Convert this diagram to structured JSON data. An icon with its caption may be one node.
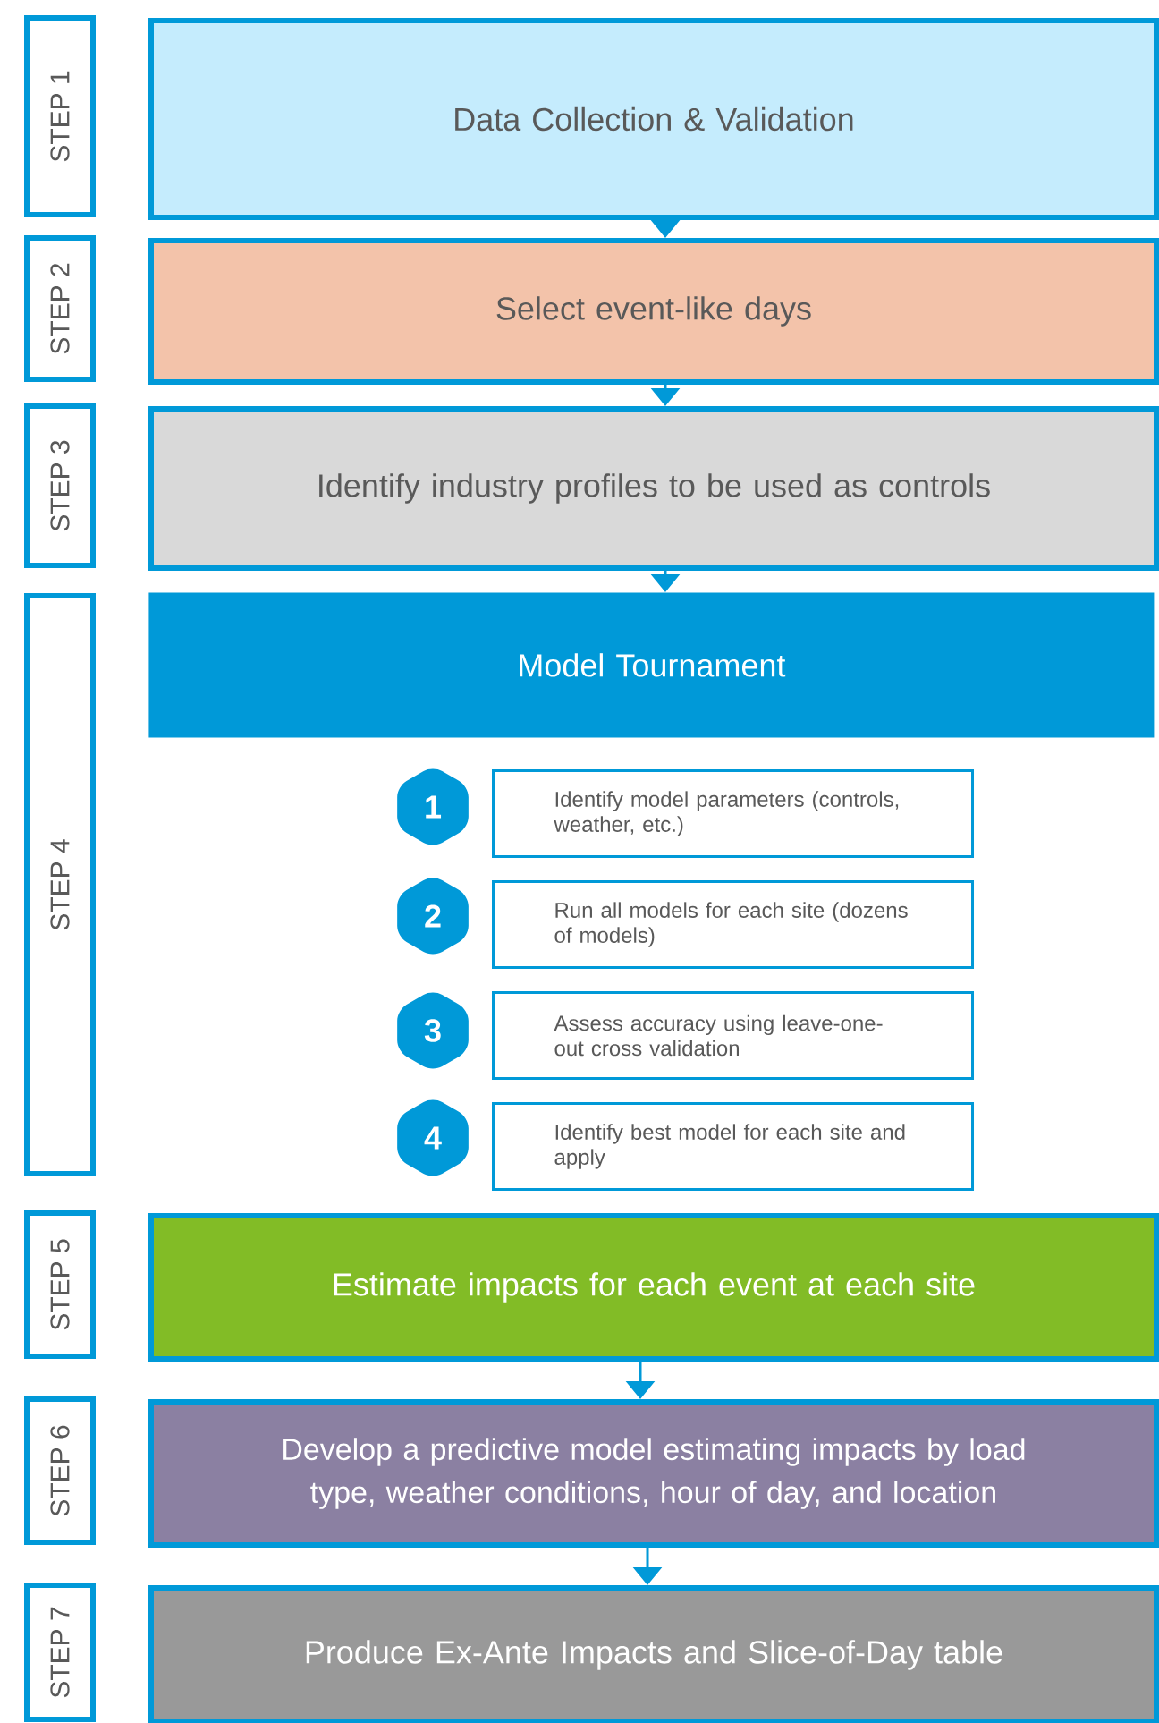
{
  "diagram": {
    "nodes": [
      {
        "text": [
          "STEP 1"
        ]
      },
      {
        "text": [
          "Data Collection & Validation"
        ]
      },
      {
        "text": [
          "STEP 2"
        ]
      },
      {
        "text": [
          "Select event-like days"
        ]
      },
      {
        "text": [
          "STEP 3"
        ]
      },
      {
        "text": [
          "Identify industry profiles to be used as controls"
        ]
      },
      {
        "text": [
          "STEP 4"
        ]
      },
      {
        "text": [
          "Model Tournament"
        ]
      },
      {
        "text": [
          "1"
        ]
      },
      {
        "text": [
          "Identify model parameters (controls, weather, etc.)"
        ]
      },
      {
        "text": [
          "2"
        ]
      },
      {
        "text": [
          "Run all models for each site (dozens of models)"
        ]
      },
      {
        "text": [
          "3"
        ]
      },
      {
        "text": [
          "Assess accuracy using leave-one-out cross validation"
        ]
      },
      {
        "text": [
          "4"
        ]
      },
      {
        "text": [
          "Identify best model for each site and apply"
        ]
      },
      {
        "text": [
          "STEP 5"
        ]
      },
      {
        "text": [
          "Estimate impacts  for each event at each site"
        ]
      },
      {
        "text": [
          "STEP 6"
        ]
      },
      {
        "text": [
          "Develop a predictive model estimating impacts by load type, weather conditions, hour of day, and location"
        ]
      },
      {
        "text": [
          "STEP 7"
        ]
      },
      {
        "text": [
          "Produce Ex-Ante Impacts and Slice-of-Day table"
        ]
      }
    ],
    "edges": [
      {
        "from": 1,
        "to": 3,
        "arrow": "to"
      },
      {
        "from": 3,
        "to": 5,
        "arrow": "to"
      },
      {
        "from": 5,
        "to": 7,
        "arrow": "to"
      },
      {
        "from": 17,
        "to": 19,
        "arrow": "to"
      },
      {
        "from": 19,
        "to": 21,
        "arrow": "to"
      }
    ]
  }
}
